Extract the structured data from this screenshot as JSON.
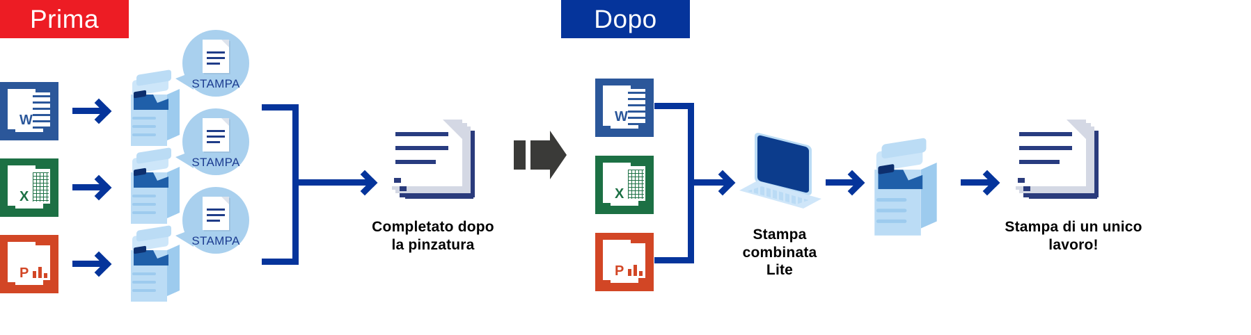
{
  "banners": {
    "before": {
      "label": "Prima",
      "color": "#ED1C24"
    },
    "after": {
      "label": "Dopo",
      "color": "#05349B"
    }
  },
  "colors": {
    "accent_blue": "#05349B",
    "word_blue": "#2B579A",
    "excel_green": "#1C7044",
    "ppt_orange": "#D24625",
    "bubble_blue": "#A9D0EE",
    "printer_blue": "#BBDCF5",
    "grey_arrow": "#3A3A38"
  },
  "before_flow": {
    "source_files": [
      {
        "name": "word-document",
        "letter": "W",
        "app": "Word"
      },
      {
        "name": "excel-document",
        "letter": "X",
        "app": "Excel"
      },
      {
        "name": "powerpoint-document",
        "letter": "P",
        "app": "PowerPoint"
      }
    ],
    "printers": [
      {
        "name": "printer-1",
        "bubble_label": "STAMPA"
      },
      {
        "name": "printer-2",
        "bubble_label": "STAMPA"
      },
      {
        "name": "printer-3",
        "bubble_label": "STAMPA"
      }
    ],
    "result_caption_line1": "Completato dopo",
    "result_caption_line2": "la pinzatura"
  },
  "after_flow": {
    "source_files": [
      {
        "name": "word-document",
        "letter": "W",
        "app": "Word"
      },
      {
        "name": "excel-document",
        "letter": "X",
        "app": "Excel"
      },
      {
        "name": "powerpoint-document",
        "letter": "P",
        "app": "PowerPoint"
      }
    ],
    "laptop_caption_line1": "Stampa",
    "laptop_caption_line2": "combinata",
    "laptop_caption_line3": "Lite",
    "printer_name": "printer-combined",
    "result_caption_line1": "Stampa di un unico",
    "result_caption_line2": "lavoro!"
  },
  "separator": {
    "name": "big-right-arrow"
  }
}
